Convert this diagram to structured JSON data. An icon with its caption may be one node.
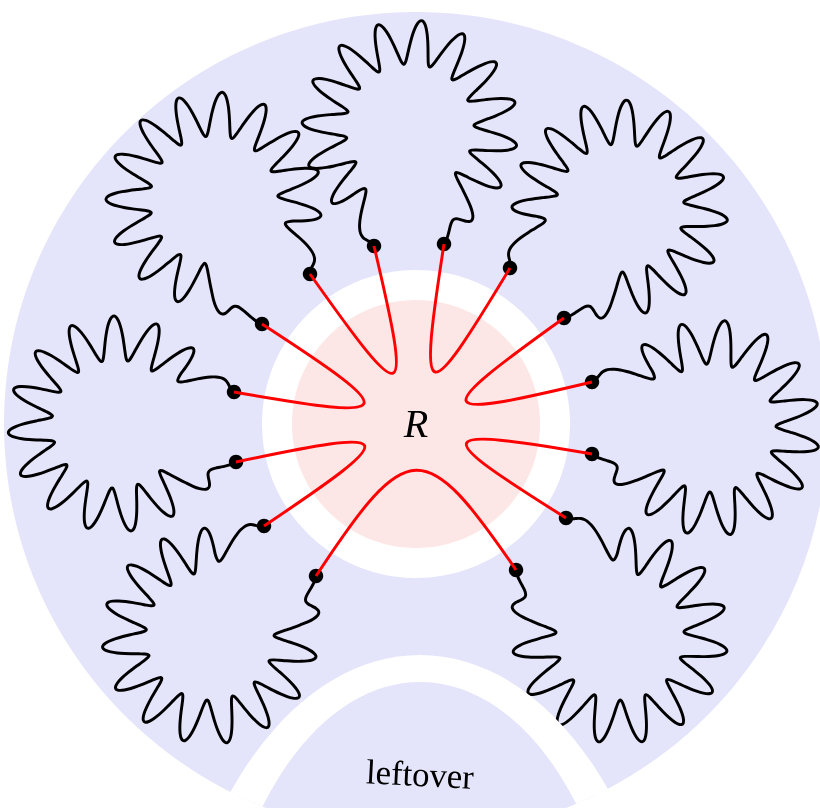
{
  "diagram": {
    "nodes": [
      {
        "text": [],
        "shape": "circle"
      },
      {
        "text": [
          "R"
        ],
        "in": 0
      },
      {
        "text": [],
        "shape": "loop",
        "in": 0
      },
      {
        "text": [],
        "shape": "loop",
        "in": 0
      },
      {
        "text": [],
        "shape": "loop",
        "in": 0
      },
      {
        "text": [],
        "shape": "loop",
        "in": 0
      },
      {
        "text": [],
        "shape": "loop",
        "in": 0
      },
      {
        "text": [],
        "shape": "loop",
        "in": 0
      },
      {
        "text": [],
        "shape": "loop",
        "in": 0
      },
      {
        "text": [
          "leftover"
        ],
        "in": 0
      }
    ],
    "edges": [
      {
        "from": 2,
        "to": 3,
        "arrow": "none"
      },
      {
        "from": 3,
        "to": 5,
        "arrow": "none"
      },
      {
        "from": 5,
        "to": 7,
        "arrow": "none"
      },
      {
        "from": 7,
        "to": 8,
        "arrow": "none"
      },
      {
        "from": 8,
        "to": 6,
        "arrow": "none"
      },
      {
        "from": 6,
        "to": 4,
        "arrow": "none"
      },
      {
        "from": 4,
        "to": 2,
        "arrow": "none"
      }
    ]
  }
}
